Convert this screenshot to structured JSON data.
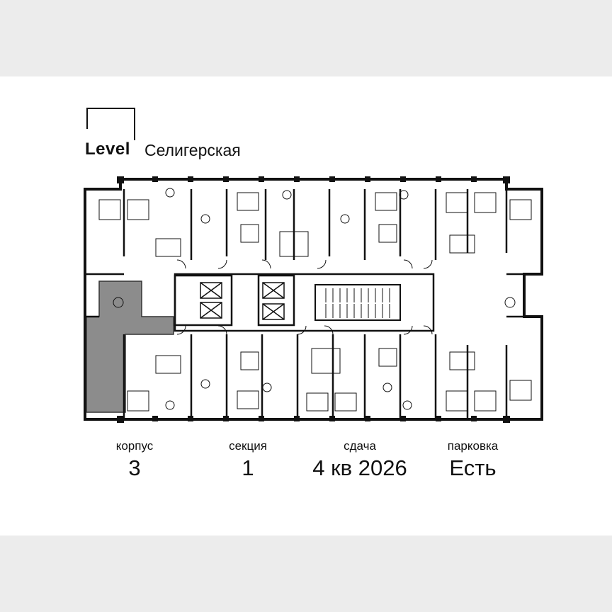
{
  "header": {
    "brand": "Level",
    "project": "Селигерская"
  },
  "info": {
    "building_label": "корпус",
    "building_value": "3",
    "section_label": "секция",
    "section_value": "1",
    "delivery_label": "сдача",
    "delivery_value": "4 кв 2026",
    "parking_label": "парковка",
    "parking_value": "Есть"
  },
  "colors": {
    "background": "#ececec",
    "card": "#ffffff",
    "wall": "#111111",
    "highlight": "#8c8c8c"
  }
}
